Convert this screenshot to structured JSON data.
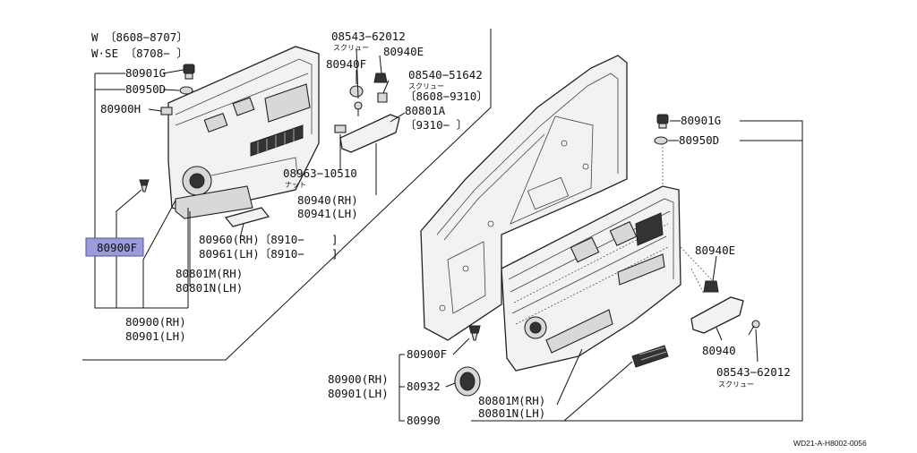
{
  "variant": {
    "line1": "W 〔8608−8707〕",
    "line2": "W·SE 〔8708−        〕"
  },
  "reference": "WD21-A-H8002-0056",
  "callouts": {
    "p80901G_a": "80901G",
    "p80950D_a": "80950D",
    "p80900H": "80900H",
    "p80900F_a": "80900F",
    "p08543_62012_a": "08543−62012",
    "screw_a": "スクリュー",
    "p80940F": "80940F",
    "p80940E_a": "80940E",
    "p08540_51642": "08540−51642",
    "screw_b": "スクリュー",
    "range_8608_9310": "〔8608−9310〕",
    "p80801A": "80801A",
    "range_9310": "〔9310−       〕",
    "p08963_10510": "08963−10510",
    "nut": "ナット",
    "p80940_rh": "80940(RH)",
    "p80941_lh": "80941(LH)",
    "p80960_rh": "80960(RH)〔8910−",
    "p80961_lh": "80961(LH)〔8910−",
    "p80801M_a": "80801M(RH)",
    "p80801N_a": "80801N(LH)",
    "p80900_rh_a": "80900(RH)",
    "p80901_lh_a": "80901(LH)",
    "p80901G_b": "80901G",
    "p80950D_b": "80950D",
    "p80940E_b": "80940E",
    "p80940": "80940",
    "p08543_62012_b": "08543−62012",
    "screw_c": "スクリュー",
    "p80900F_b": "80900F",
    "p80900_rh_b": "80900(RH)",
    "p80901_lh_b": "80901(LH)",
    "p80932": "80932",
    "p80801M_b": "80801M(RH)",
    "p80801N_b": "80801N(LH)",
    "p80990": "80990"
  },
  "colors": {
    "highlight": "#9b9bd9",
    "line": "#111111"
  }
}
